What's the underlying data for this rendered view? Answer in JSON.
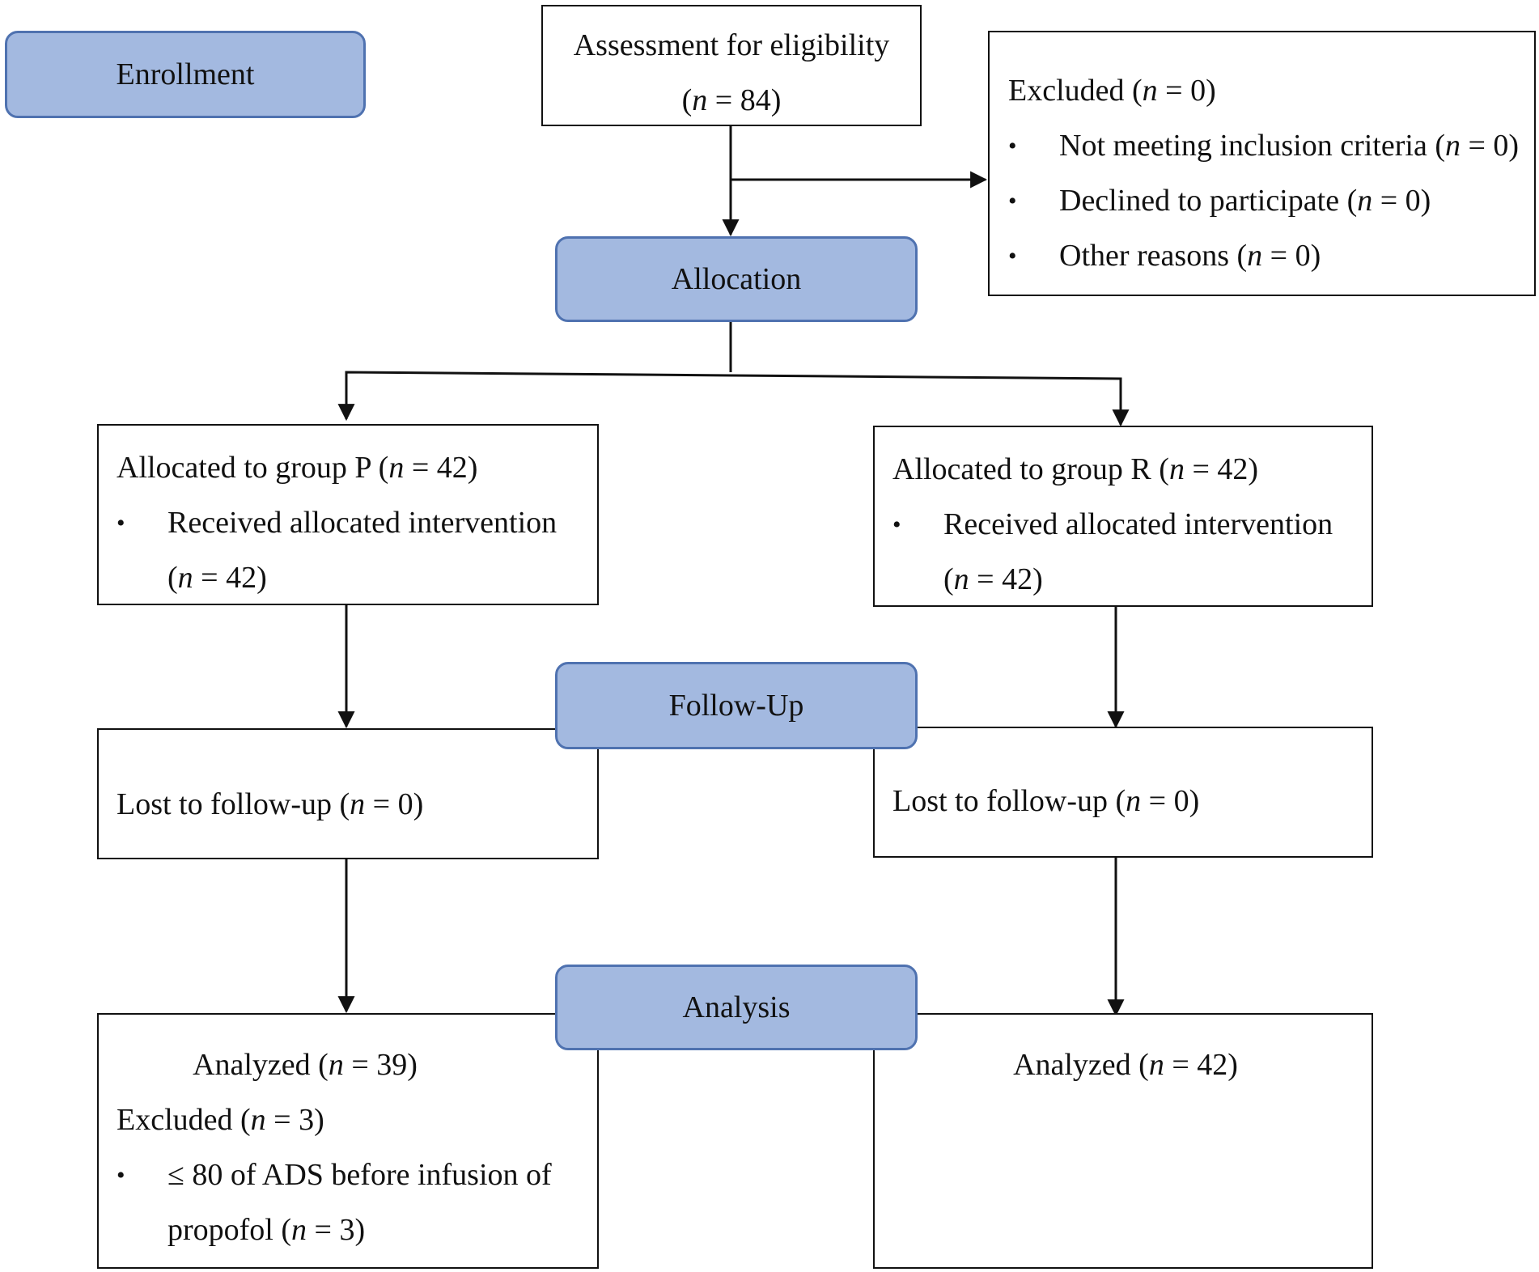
{
  "stages": {
    "enrollment": "Enrollment",
    "allocation": "Allocation",
    "follow_up": "Follow-Up",
    "analysis": "Analysis"
  },
  "assessment": {
    "title": "Assessment for eligibility",
    "n_label": "n",
    "n_value": "= 84"
  },
  "excluded": {
    "title": "Excluded",
    "n_value": "= 0",
    "items": [
      {
        "label": "Not meeting inclusion criteria",
        "n_value": "= 0"
      },
      {
        "label": "Declined to participate",
        "n_value": "= 0"
      },
      {
        "label": "Other reasons",
        "n_value": "= 0"
      }
    ]
  },
  "group_p": {
    "allocated_label": "Allocated to group P",
    "allocated_n": "= 42",
    "received_label": "Received allocated intervention",
    "received_n": "= 42",
    "lost_label": "Lost to follow-up",
    "lost_n": "= 0",
    "analyzed_label": "Analyzed",
    "analyzed_n": "= 39",
    "excluded_label": "Excluded",
    "excluded_n": "= 3",
    "excluded_reason_1": "≤ 80 of ADS before infusion of",
    "excluded_reason_2": "propofol",
    "excluded_reason_n": "= 3"
  },
  "group_r": {
    "allocated_label": "Allocated to group R",
    "allocated_n": "= 42",
    "received_label": "Received allocated intervention",
    "received_n": "= 42",
    "lost_label": "Lost to follow-up",
    "lost_n": "= 0",
    "analyzed_label": "Analyzed",
    "analyzed_n": "= 42"
  },
  "symbols": {
    "n": "n",
    "bullet": "•"
  }
}
